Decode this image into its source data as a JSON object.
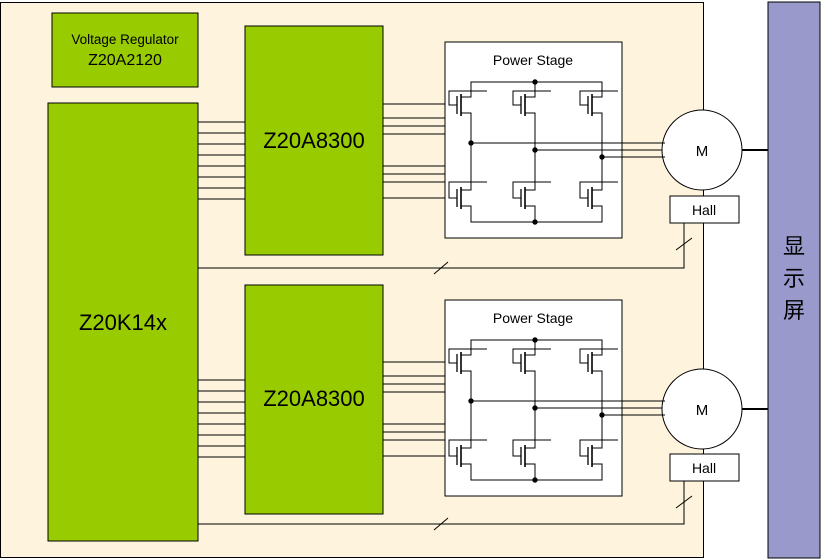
{
  "colors": {
    "board_fill": "#FEF3DC",
    "block_fill": "#99CC00",
    "display_fill": "#9999CC",
    "wire": "#000000",
    "panel_fill": "#FFFFFF"
  },
  "blocks": {
    "regulator_line1": "Voltage Regulator",
    "regulator_line2": "Z20A2120",
    "mcu": "Z20K14x",
    "driver_top": "Z20A8300",
    "driver_bottom": "Z20A8300"
  },
  "power_stage_top": "Power Stage",
  "power_stage_bottom": "Power Stage",
  "motor_top": "M",
  "motor_bottom": "M",
  "hall_top": "Hall",
  "hall_bottom": "Hall",
  "display": {
    "chars": [
      "显",
      "示",
      "屏"
    ]
  }
}
